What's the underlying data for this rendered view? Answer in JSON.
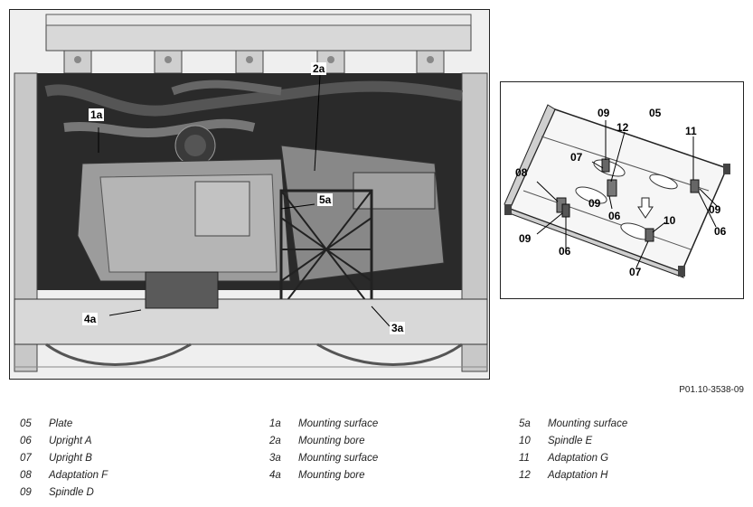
{
  "figure_code": "P01.10-3538-09",
  "main_callouts": [
    "1a",
    "2a",
    "5a",
    "4a",
    "3a"
  ],
  "detail_callouts": {
    "c09a": "09",
    "c12": "12",
    "c05": "05",
    "c11": "11",
    "c07a": "07",
    "c08": "08",
    "c09b": "09",
    "c06a": "06",
    "c09c": "09",
    "c10": "10",
    "c09d": "09",
    "c06b": "06",
    "c07b": "07"
  },
  "legend": {
    "col1": [
      {
        "num": "05",
        "text": "Plate"
      },
      {
        "num": "06",
        "text": "Upright A"
      },
      {
        "num": "07",
        "text": "Upright B"
      },
      {
        "num": "08",
        "text": "Adaptation F"
      },
      {
        "num": "09",
        "text": "Spindle D"
      }
    ],
    "col2": [
      {
        "num": "1a",
        "text": "Mounting surface"
      },
      {
        "num": "2a",
        "text": "Mounting bore"
      },
      {
        "num": "3a",
        "text": "Mounting surface"
      },
      {
        "num": "4a",
        "text": "Mounting bore"
      }
    ],
    "col3": [
      {
        "num": "5a",
        "text": "Mounting surface"
      },
      {
        "num": "10",
        "text": "Spindle E"
      },
      {
        "num": "11",
        "text": "Adaptation G"
      },
      {
        "num": "12",
        "text": "Adaptation H"
      }
    ]
  }
}
